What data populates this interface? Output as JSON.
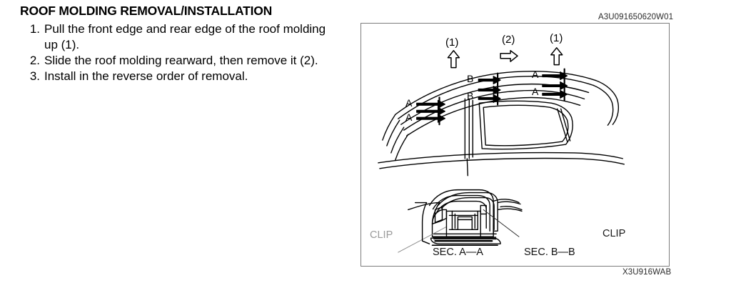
{
  "document": {
    "title": "ROOF MOLDING REMOVAL/INSTALLATION",
    "steps": [
      {
        "num": "1.",
        "text": "Pull the front edge and rear edge of the roof molding up (1)."
      },
      {
        "num": "2.",
        "text": "Slide the roof molding rearward, then remove it (2)."
      },
      {
        "num": "3.",
        "text": "Install in the reverse order of removal."
      }
    ]
  },
  "illustration": {
    "top_code": "A3U091650620W01",
    "bottom_code": "X3U916WAB",
    "callouts": [
      {
        "label": "(1)",
        "arrow": "up-arrow-icon"
      },
      {
        "label": "(2)",
        "arrow": "right-arrow-icon"
      },
      {
        "label": "(1)",
        "arrow": "up-arrow-icon"
      }
    ],
    "section_marks": [
      {
        "label": "A"
      },
      {
        "label": "A"
      },
      {
        "label": "B"
      },
      {
        "label": "B"
      },
      {
        "label": "A"
      },
      {
        "label": "A"
      }
    ],
    "details": [
      {
        "caption": "SEC. A—A",
        "clip_label": "CLIP"
      },
      {
        "caption": "SEC. B—B",
        "clip_label": "CLIP"
      }
    ]
  },
  "colors": {
    "ink": "#000000",
    "frame": "#7d7d7d",
    "code_text": "#2b2b2b",
    "clip_gray": "#9a9a9a",
    "background": "#ffffff"
  }
}
